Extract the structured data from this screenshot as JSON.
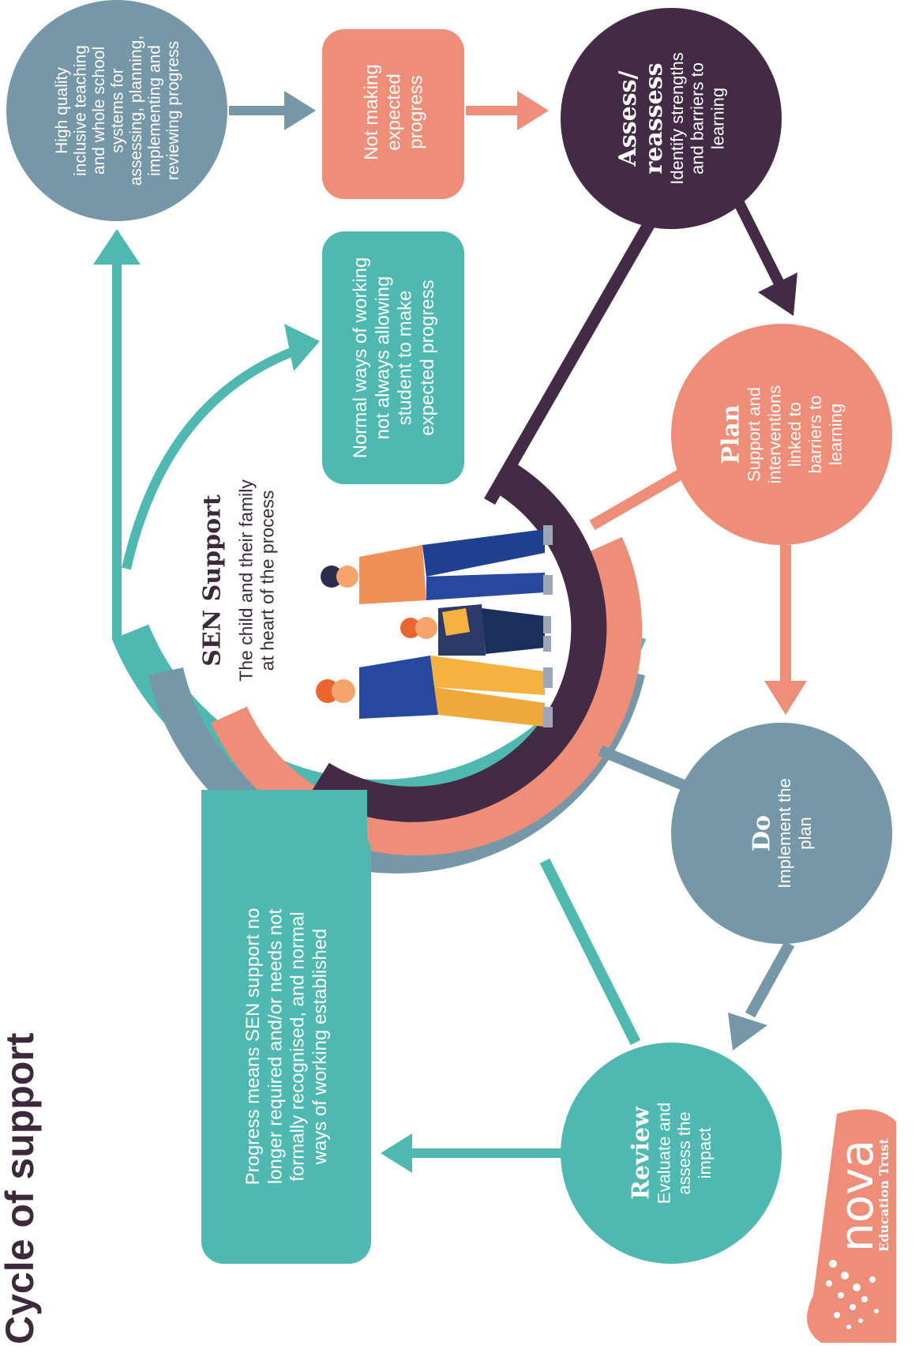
{
  "title": "Cycle of support",
  "boxes": {
    "high_quality": [
      "High quality",
      "inclusive teaching",
      "and whole school",
      "systems for",
      "assessing, planning,",
      "implementing and",
      "reviewing progress"
    ],
    "not_making": [
      "Not making",
      "expected",
      "progress"
    ],
    "normal_ways": [
      "Normal ways of working",
      "not always allowing",
      "student to make",
      "expected progress"
    ],
    "progress_means": [
      "Progress means SEN support no",
      "longer required and/or needs not",
      "formally recognised, and normal",
      "ways of working established"
    ]
  },
  "circles": {
    "assess": {
      "heading": [
        "Assess/",
        "reassess"
      ],
      "text": [
        "Identify strengths",
        "and barriers to",
        "learning"
      ]
    },
    "plan": {
      "heading": [
        "Plan"
      ],
      "text": [
        "Support and",
        "interventions",
        "linked to",
        "barriers to",
        "learning"
      ]
    },
    "do": {
      "heading": [
        "Do"
      ],
      "text": [
        "Implement the",
        "plan"
      ]
    },
    "review": {
      "heading": [
        "Review"
      ],
      "text": [
        "Evaluate and",
        "assess the",
        "impact"
      ]
    }
  },
  "center": {
    "heading": "SEN Support",
    "text": [
      "The child and their family",
      "at heart of the process"
    ]
  },
  "logo": {
    "name": "nova",
    "sub": "Education Trust"
  },
  "colors": {
    "teal": "#4fb9b1",
    "slate": "#7597a8",
    "salmon": "#ee8d78",
    "plum": "#442b45",
    "title": "#3c2a3c"
  }
}
